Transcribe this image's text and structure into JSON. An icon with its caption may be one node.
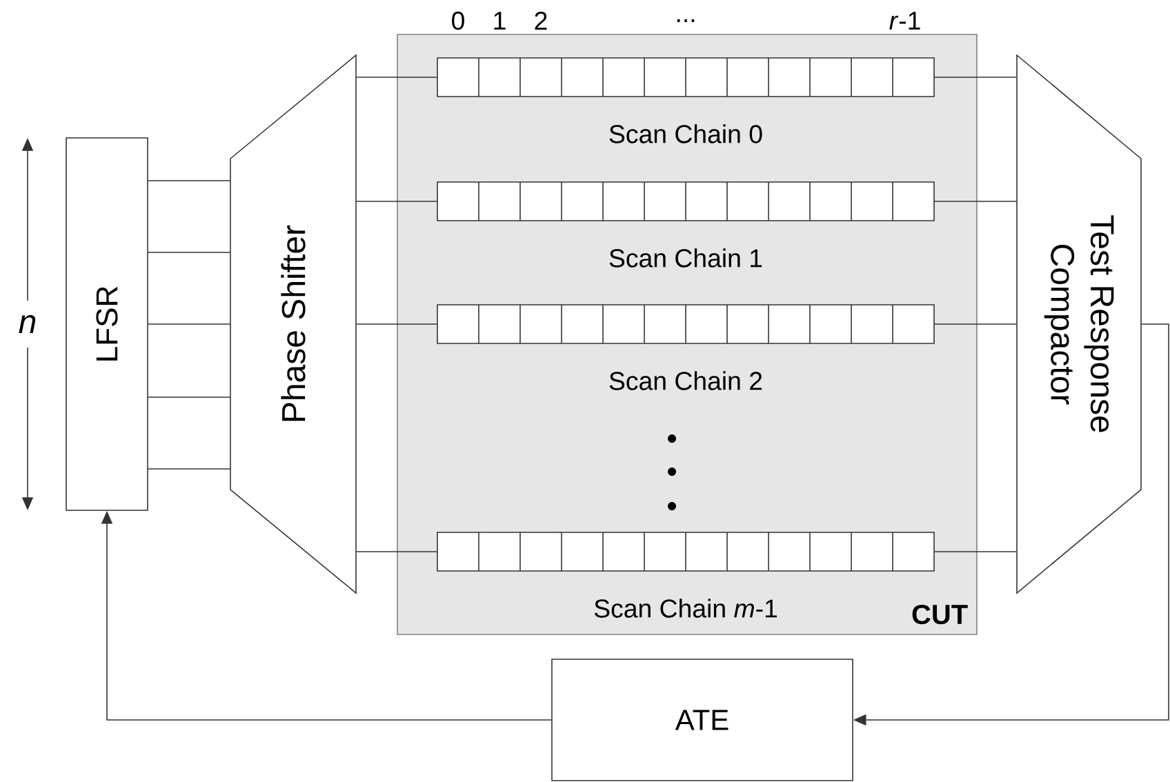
{
  "diagram": {
    "nodes": [
      {
        "text": [
          "LFSR"
        ]
      },
      {
        "text": [
          "Phase Shifter"
        ]
      },
      {
        "text": [
          "CUT"
        ]
      },
      {
        "text": [
          "Scan Chain 0"
        ],
        "in": 2
      },
      {
        "text": [
          "Scan Chain 1"
        ],
        "in": 2
      },
      {
        "text": [
          "Scan Chain 2"
        ],
        "in": 2
      },
      {
        "text": [
          "Scan Chain *m*-1"
        ],
        "in": 2
      },
      {
        "text": [
          "Test Response Compactor"
        ]
      },
      {
        "text": [
          "ATE"
        ]
      }
    ],
    "edges": [
      {
        "from": 0,
        "to": 1,
        "arrow": "none"
      },
      {
        "from": 0,
        "to": 1,
        "arrow": "none"
      },
      {
        "from": 0,
        "to": 1,
        "arrow": "none"
      },
      {
        "from": 0,
        "to": 1,
        "arrow": "none"
      },
      {
        "from": 0,
        "to": 1,
        "arrow": "none"
      },
      {
        "from": 1,
        "to": 3,
        "arrow": "none"
      },
      {
        "from": 1,
        "to": 4,
        "arrow": "none"
      },
      {
        "from": 1,
        "to": 5,
        "arrow": "none"
      },
      {
        "from": 1,
        "to": 6,
        "arrow": "none"
      },
      {
        "from": 3,
        "to": 7,
        "arrow": "none"
      },
      {
        "from": 4,
        "to": 7,
        "arrow": "none"
      },
      {
        "from": 5,
        "to": 7,
        "arrow": "none"
      },
      {
        "from": 6,
        "to": 7,
        "arrow": "none"
      },
      {
        "from": 7,
        "to": 8,
        "arrow": "to"
      },
      {
        "from": 8,
        "to": 0,
        "arrow": "to"
      }
    ],
    "labels": [
      "0",
      "1",
      "2",
      "...",
      "*r*-1",
      "n"
    ]
  }
}
